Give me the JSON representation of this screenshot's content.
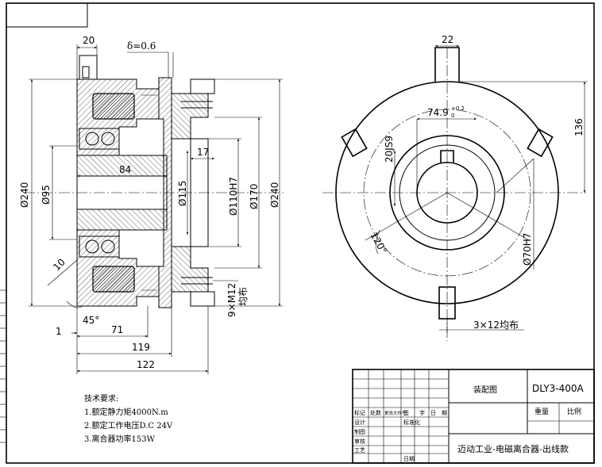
{
  "dimensions": {
    "flange_width": "20",
    "air_gap": "δ=0.6",
    "hub_len": "17",
    "body_len": "84",
    "d_outer_left": "Ø240",
    "d_bearing": "Ø95",
    "d_bore_115": "Ø115",
    "d_bore_110": "Ø110H7",
    "d_170": "Ø170",
    "d_240_right": "Ø240",
    "chamfer_10": "10",
    "angle_45": "45°",
    "offset_1": "1",
    "len_71": "71",
    "len_119": "119",
    "len_122": "122",
    "bolt_thread": "9×M12",
    "bolt_even": "均布",
    "keyway_width": "22",
    "key_depth": "74.9",
    "key_tol_upper": "+0.2",
    "key_tol_lower": "0",
    "keyway_js9": "20JS9",
    "bolt_circle": "136",
    "angle_120": "120°",
    "bore_70": "Ø70H7",
    "slots": "3×12均布"
  },
  "notes": {
    "title": "技术要求:",
    "line1": "1.额定静力矩4000N.m",
    "line2": "2.额定工作电压D.C 24V",
    "line3": "3.离合器功率153W"
  },
  "title_block": {
    "drawing_name": "装配图",
    "model": "DLY3-400A",
    "weight_label": "重量",
    "scale_label": "比例",
    "company": "迈动工业-电磁离合器-出线款",
    "rev_headers": [
      "标记",
      "处数",
      "更改文件号",
      "签",
      "字",
      "日",
      "期"
    ],
    "design": "设计",
    "standard": "标准化",
    "draw": "制图",
    "check": "审核",
    "process": "工艺",
    "date": "日期"
  }
}
